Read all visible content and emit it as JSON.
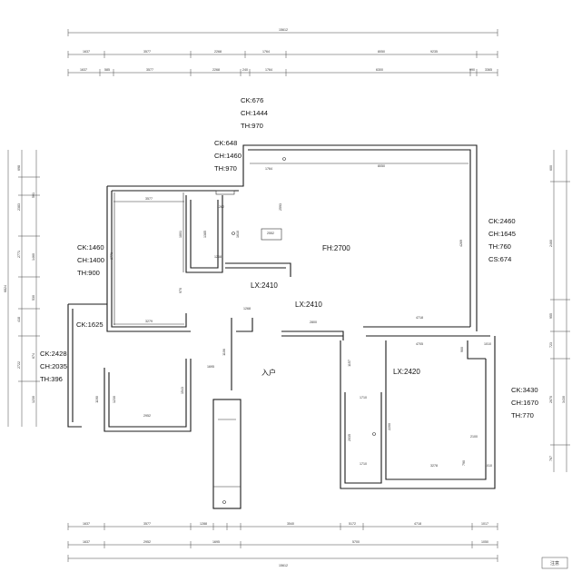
{
  "dims": {
    "top_total": "15612",
    "top_row1": [
      "1637",
      "3577",
      "2268",
      "1764",
      "8050",
      "9235"
    ],
    "top_row2": [
      "1637",
      "585",
      "3577",
      "2268",
      "240",
      "1764",
      "6300",
      "990",
      "3365"
    ],
    "bottom_row1": [
      "1637",
      "3577",
      "1288",
      "3540",
      "5172",
      "4718",
      "1017"
    ],
    "bottom_row2": [
      "1637",
      "2952",
      "1695",
      "5700",
      "1050"
    ],
    "bottom_total": "15612",
    "left_outer": "6824",
    "left_upper": [
      "698",
      "2383",
      "501",
      "1460"
    ],
    "left_mid": [
      "2771",
      "530",
      "418",
      "2722"
    ],
    "left_lower": [
      "674",
      "1230"
    ],
    "right_top": [
      "600",
      "2460",
      "955",
      "723",
      "2670",
      "3430",
      "767"
    ]
  },
  "rooms": {
    "a": [
      "3577",
      "1801",
      "2771",
      "970",
      "3279"
    ],
    "b": [
      "1262",
      "1385",
      "1610",
      "1268",
      "2552"
    ],
    "c": [
      "1764",
      "8050",
      "2593",
      "4269",
      "4718"
    ],
    "d": [
      "1106",
      "1695",
      "1190",
      "1230",
      "1543",
      "2952"
    ],
    "e": [
      "2800",
      "1268",
      "1157",
      "4705",
      "900",
      "1010"
    ],
    "f": [
      "1710",
      "2035",
      "2200",
      "3278",
      "790",
      "1010",
      "1710",
      "2100"
    ]
  },
  "notes": {
    "top": [
      "CK:676",
      "CH:1444",
      "TH:970"
    ],
    "upper_left": [
      "CK:648",
      "CH:1460",
      "TH:970"
    ],
    "left": [
      "CK:1460",
      "CH:1400",
      "TH:900"
    ],
    "right": [
      "CK:2460",
      "CH:1645",
      "TH:760",
      "CS:674"
    ],
    "ck1625": "CK:1625",
    "lower_left": [
      "CK:2428",
      "CH:2035",
      "TH:396"
    ],
    "lower_right": [
      "CK:3430",
      "CH:1670",
      "TH:770"
    ]
  },
  "labels": {
    "fh": "FH:2700",
    "lx_left": "LX:2410",
    "lx_mid": "LX:2410",
    "lx_right": "LX:2420",
    "entry": "入户"
  },
  "corner_mark": "注意"
}
